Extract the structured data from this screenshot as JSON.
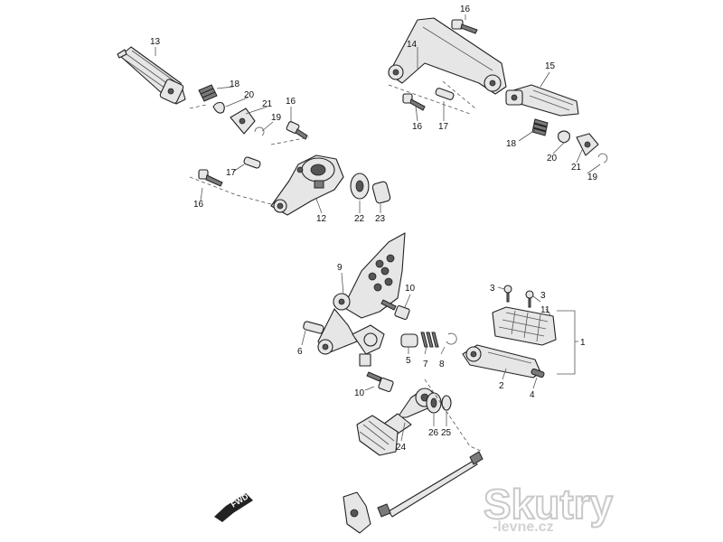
{
  "diagram": {
    "callouts": {
      "c13": "13",
      "c18a": "18",
      "c20a": "20",
      "c21a": "21",
      "c16a": "16",
      "c19a": "19",
      "c17a": "17",
      "c16b": "16",
      "c12": "12",
      "c22": "22",
      "c23": "23",
      "c16c": "16",
      "c14": "14",
      "c15": "15",
      "c16d": "16",
      "c17b": "17",
      "c18b": "18",
      "c20b": "20",
      "c21b": "21",
      "c19b": "19",
      "c9": "9",
      "c10a": "10",
      "c6": "6",
      "c5": "5",
      "c7": "7",
      "c8": "8",
      "c3a": "3",
      "c3b": "3",
      "c11": "11",
      "c1": "1",
      "c2": "2",
      "c4": "4",
      "c10b": "10",
      "c24": "24",
      "c26": "26",
      "c25": "25"
    },
    "fwd_label": "FWD"
  },
  "watermark": {
    "brand": "Skutry",
    "sub": "-levne.cz"
  }
}
